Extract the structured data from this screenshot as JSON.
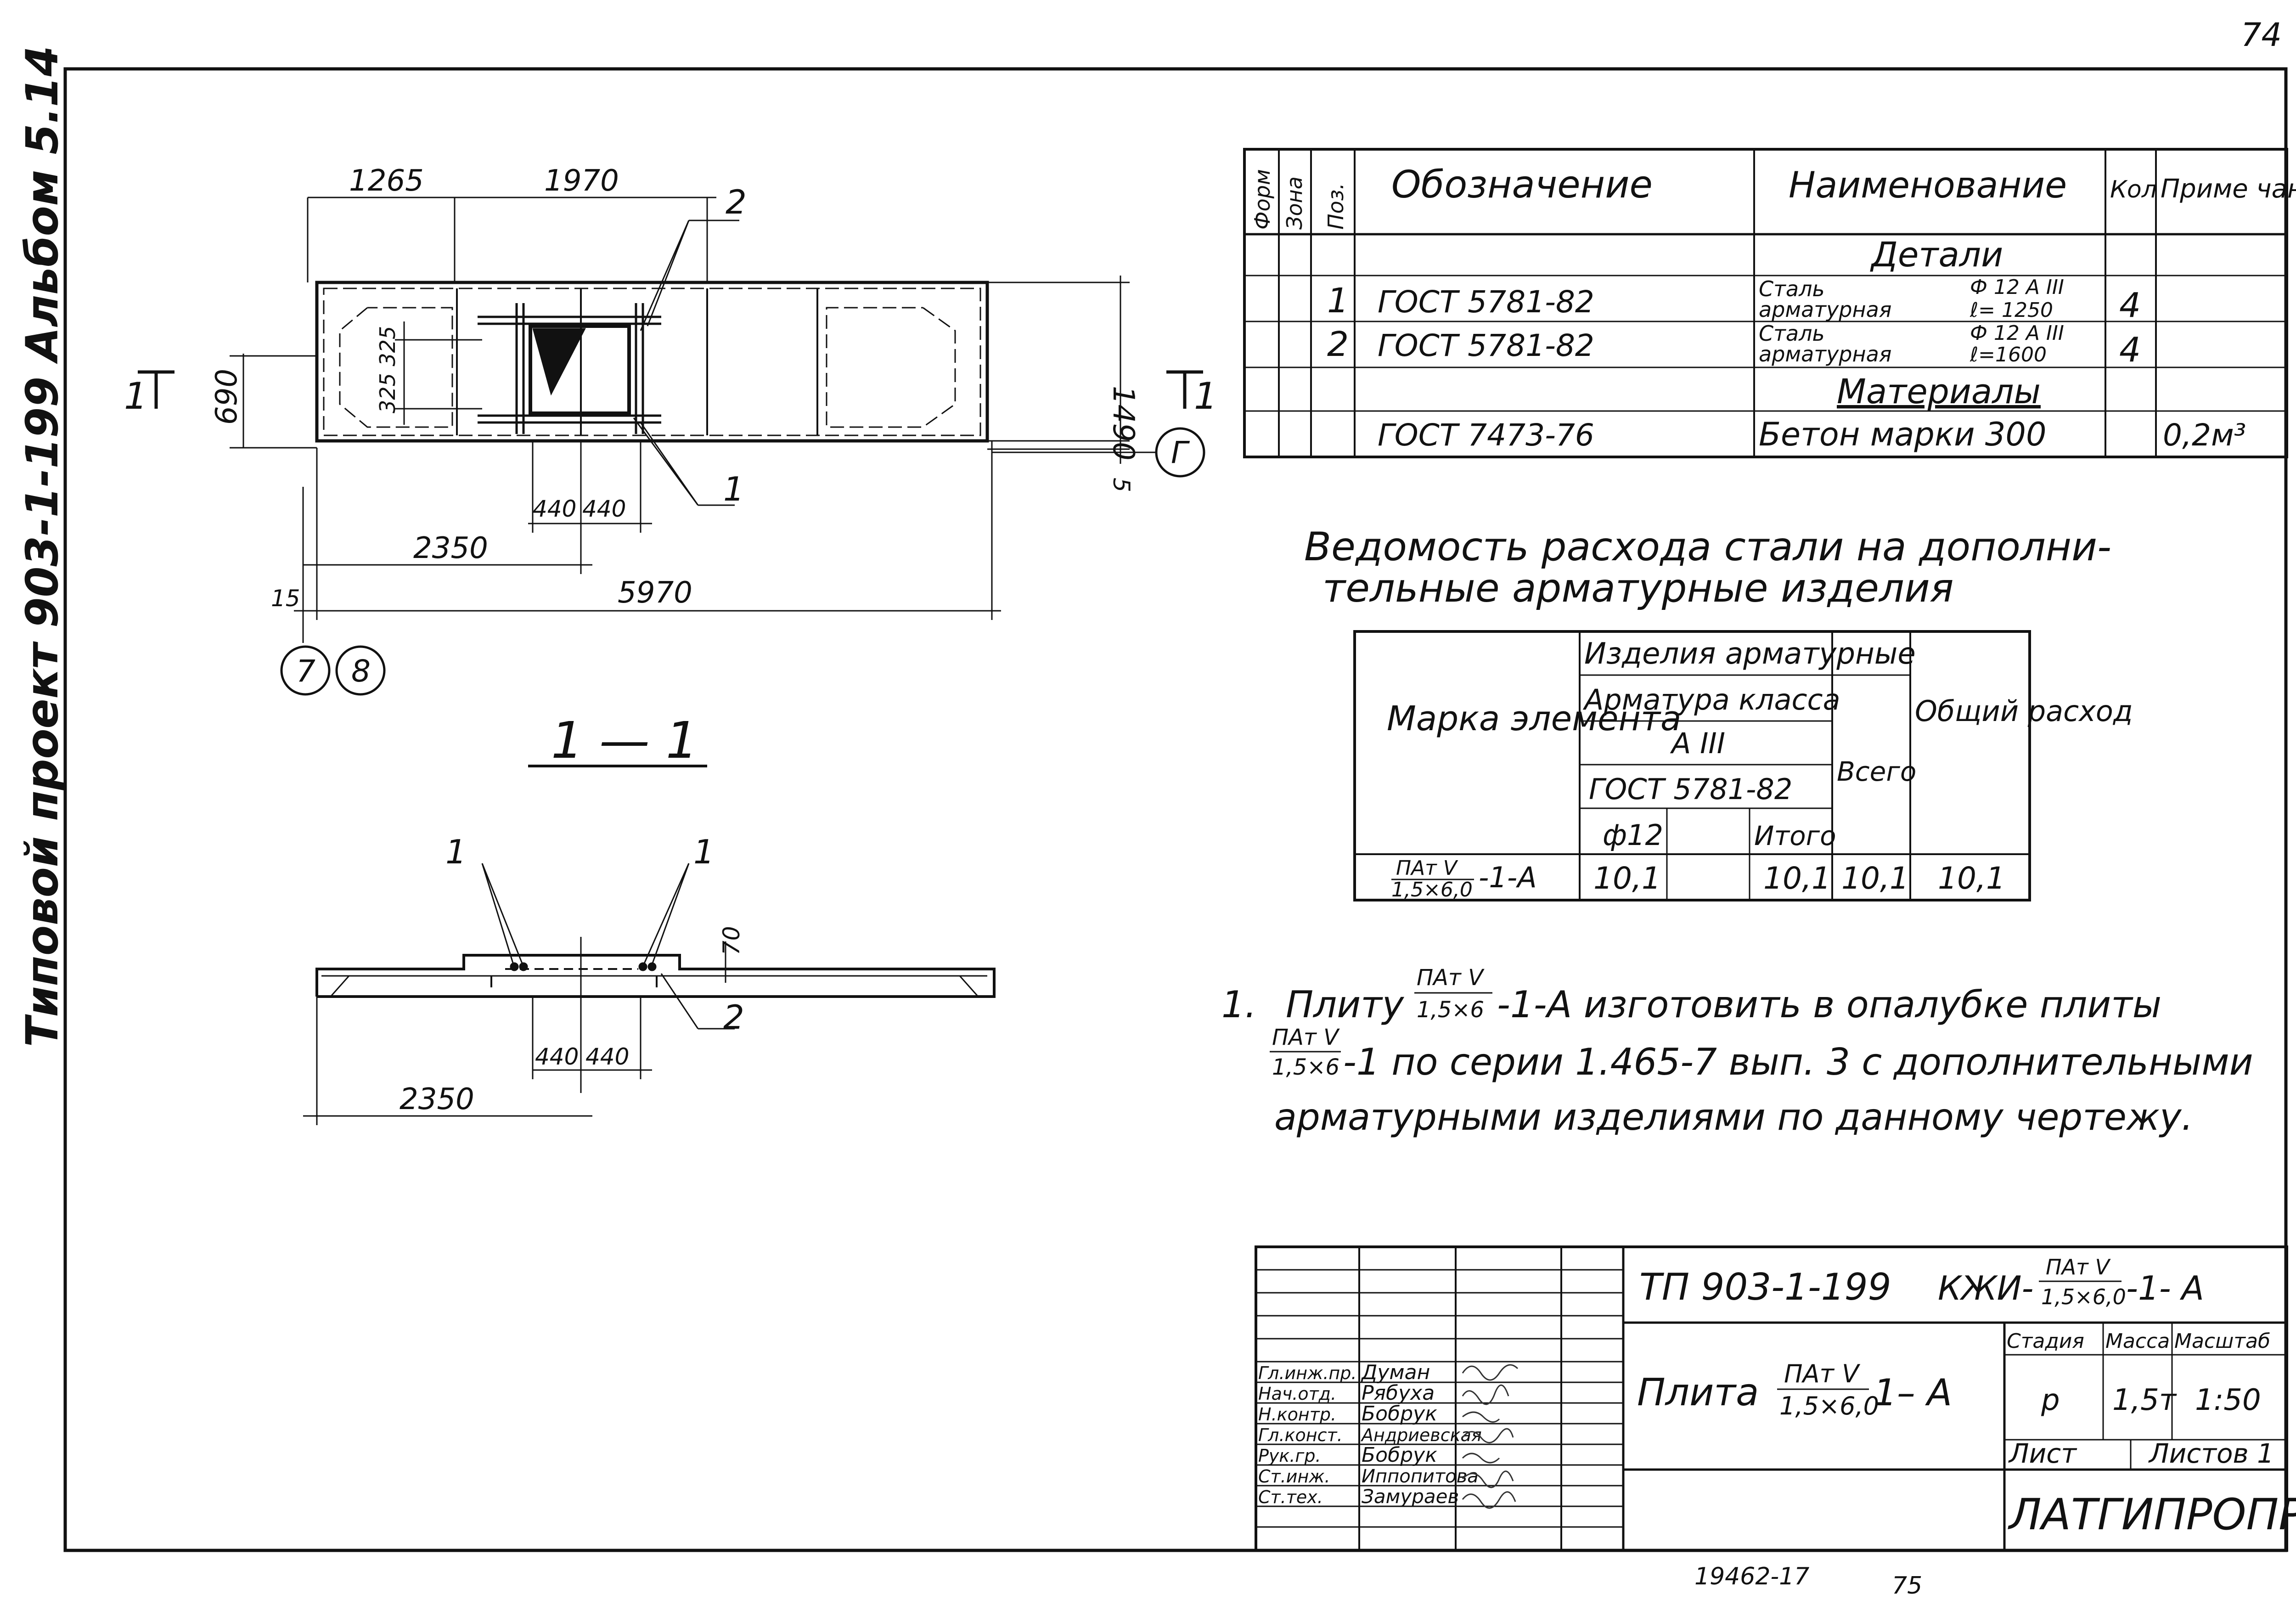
{
  "sheet_number": "74",
  "side_title": "Типовой проект 903-1-199 Альбом 5.14",
  "plan_view": {
    "dims_top": [
      "1265",
      "1970"
    ],
    "dim_right": "1490",
    "dim_left": "690",
    "dim_inner": "325 325",
    "dim_bottom_small": [
      "440",
      "440"
    ],
    "dim_2350": "2350",
    "dim_5970": "5970",
    "dim_15": "15",
    "dim_5": "5",
    "section_marker": "1",
    "callouts": [
      "2",
      "1"
    ],
    "axes": [
      "7",
      "8",
      "Г"
    ]
  },
  "section_view": {
    "title": "1 — 1",
    "callouts": [
      "1",
      "1",
      "2"
    ],
    "dim_70": "70",
    "dim_small": [
      "440",
      "440"
    ],
    "dim_2350": "2350"
  },
  "spec_table": {
    "headers": [
      "Форм",
      "Зона",
      "Поз.",
      "Обозначение",
      "Наименование",
      "Кол",
      "Приме чание"
    ],
    "section_details": "Детали",
    "section_materials": "Материалы",
    "rows": [
      {
        "pos": "1",
        "designation": "ГОСТ 5781-82",
        "name1": "Сталь",
        "name2": "арматурная",
        "spec1": "Ф 12 А III",
        "spec2": "ℓ= 1250",
        "qty": "4",
        "note": ""
      },
      {
        "pos": "2",
        "designation": "ГОСТ 5781-82",
        "name1": "Сталь",
        "name2": "арматурная",
        "spec1": "Ф 12 А III",
        "spec2": "ℓ=1600",
        "qty": "4",
        "note": ""
      },
      {
        "pos": "",
        "designation": "ГОСТ 7473-76",
        "name1": "Бетон марки 300",
        "name2": "",
        "spec1": "",
        "spec2": "",
        "qty": "",
        "note": "0,2м³"
      }
    ]
  },
  "steel_statement": {
    "title_line1": "Ведомость расхода стали на дополни-",
    "title_line2": "тельные арматурные изделия",
    "col_mark": "Марка элемента",
    "col_group": "Изделия арматурные",
    "col_class": "Арматура класса",
    "col_class_value": "А III",
    "col_gost": "ГОСТ 5781-82",
    "col_phi": "ф12",
    "col_blank": "",
    "col_itogo": "Итого",
    "col_vsego": "Всего",
    "col_total": "Общий расход",
    "row": {
      "mark_num": "ПАт V",
      "mark_den": "1,5×6,0",
      "mark_suffix": "-1-А",
      "phi12": "10,1",
      "blank": "",
      "itogo": "10,1",
      "vsego": "10,1",
      "total": "10,1"
    }
  },
  "note": {
    "number": "1.",
    "w_plitu": "Плиту",
    "frac1_num": "ПАт V",
    "frac1_den": "1,5×6",
    "l1_rest": "-1-А изготовить в опалубке плиты",
    "frac2_num": "ПАт V",
    "frac2_den": "1,5×6",
    "l2_rest": "-1 по серии 1.465-7 вып. 3 с дополнительными",
    "l3": "арматурными изделиями по данному чертежу."
  },
  "title_block": {
    "project": "ТП 903-1-199",
    "code_prefix": "КЖИ-",
    "code_num": "ПАт V",
    "code_den": "1,5×6,0",
    "code_suffix": "-1- А",
    "item_word": "Плита",
    "item_num": "ПАт V",
    "item_den": "1,5×6,0",
    "item_suffix": "1– А",
    "stage_label": "Стадия",
    "mass_label": "Масса",
    "scale_label": "Масштаб",
    "stage": "р",
    "mass": "1,5т",
    "scale": "1:50",
    "sheet_label": "Лист",
    "sheets_label": "Листов 1",
    "org": "ЛАТГИПРОПРОМ",
    "people": [
      {
        "role": "Гл.инж.пр.",
        "name": "Думан"
      },
      {
        "role": "Нач.отд.",
        "name": "Рябуха"
      },
      {
        "role": "Н.контр.",
        "name": "Бобрук"
      },
      {
        "role": "Гл.конст.",
        "name": "Андриевская"
      },
      {
        "role": "Рук.гр.",
        "name": "Бобрук"
      },
      {
        "role": "Ст.инж.",
        "name": "Иппопитова"
      },
      {
        "role": "Ст.тех.",
        "name": "Замураев"
      }
    ]
  },
  "footer": {
    "code": "19462-17",
    "page": "75"
  }
}
